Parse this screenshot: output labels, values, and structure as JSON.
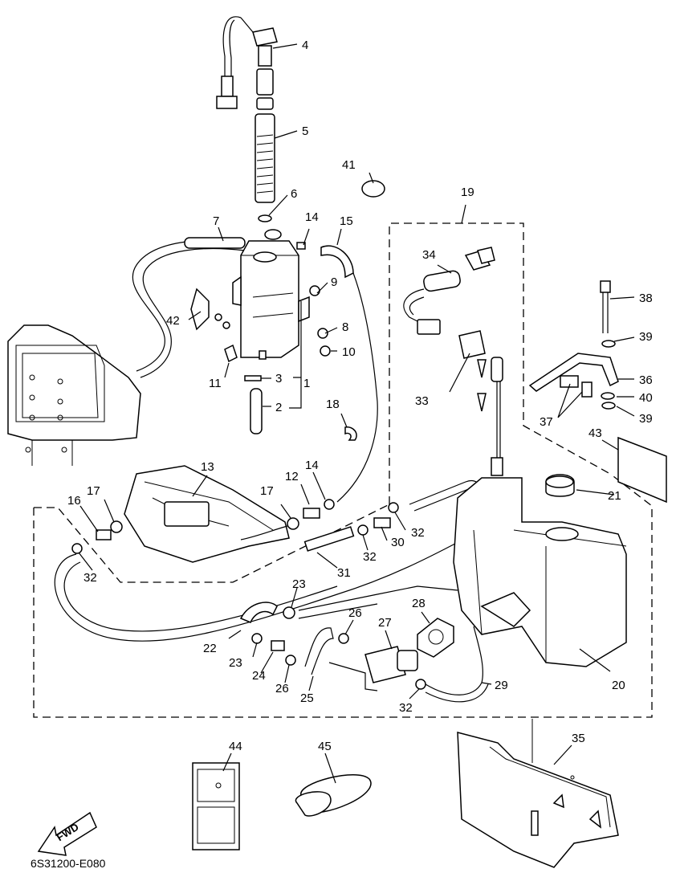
{
  "diagram": {
    "code": "6S31200-E080",
    "fwd_label": "FWD",
    "callouts": {
      "n1": "1",
      "n2": "2",
      "n3": "3",
      "n4": "4",
      "n5": "5",
      "n6": "6",
      "n7": "7",
      "n8": "8",
      "n9": "9",
      "n10": "10",
      "n11": "11",
      "n12": "12",
      "n13": "13",
      "n14": "14",
      "n15": "15",
      "n16": "16",
      "n17": "17",
      "n18": "18",
      "n19": "19",
      "n20": "20",
      "n21": "21",
      "n22": "22",
      "n23": "23",
      "n24": "24",
      "n25": "25",
      "n26": "26",
      "n27": "27",
      "n28": "28",
      "n29": "29",
      "n30": "30",
      "n31": "31",
      "n32": "32",
      "n33": "33",
      "n34": "34",
      "n35": "35",
      "n36": "36",
      "n37": "37",
      "n38": "38",
      "n39": "39",
      "n40": "40",
      "n41": "41",
      "n42": "42",
      "n43": "43",
      "n44": "44",
      "n45": "45"
    }
  }
}
